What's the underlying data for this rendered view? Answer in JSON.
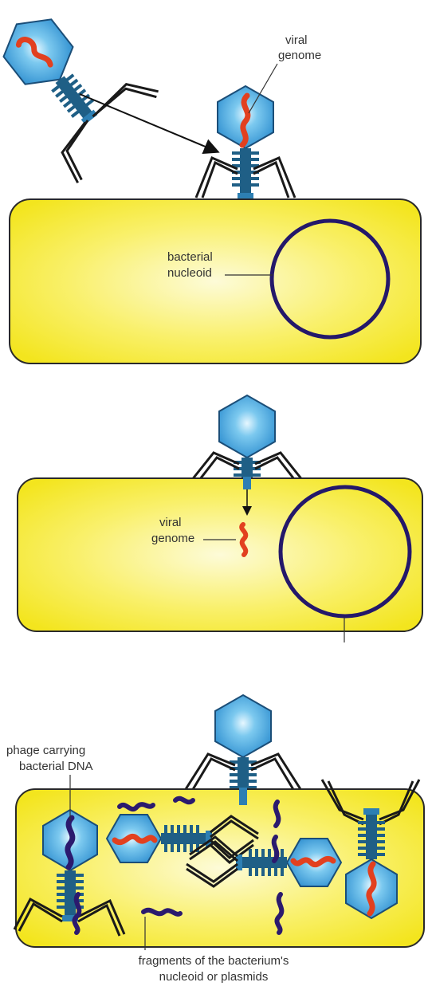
{
  "labels": {
    "viral_genome_top_line1": "viral",
    "viral_genome_top_line2": "genome",
    "bacterial_nucleoid_line1": "bacterial",
    "bacterial_nucleoid_line2": "nucleoid",
    "viral_genome_mid_line1": "viral",
    "viral_genome_mid_line2": "genome",
    "phage_carrying_line1": "phage carrying",
    "phage_carrying_line2": "bacterial DNA",
    "fragments_line1": "fragments of the bacterium's",
    "fragments_line2": "nucleoid or plasmids"
  },
  "colors": {
    "cell_fill": "#f7ee2a",
    "cell_center": "#fdfbd0",
    "cell_border": "#2a2a2a",
    "phage_head": "#3aa3df",
    "phage_head_light": "#c9ecfb",
    "phage_tail": "#1f5f86",
    "viral_dna": "#e2401f",
    "bacterial_dna": "#2b1a6e",
    "nucleoid_ring": "#24186a"
  }
}
